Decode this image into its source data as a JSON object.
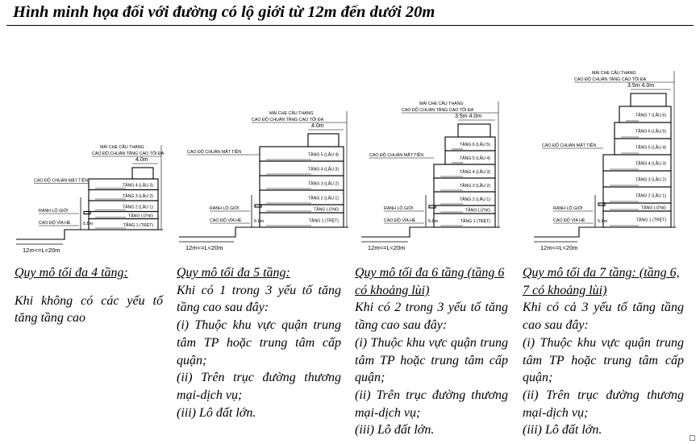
{
  "title": "Hình minh họa đối với đường có lộ giới từ 12m đến dưới 20m",
  "panels": [
    {
      "labels": {
        "stair": "MÁI CHE CẦU THANG",
        "std_height": "CAO ĐỘ CHUẨN TẦNG CAO TỐI ĐA",
        "setback": "4.0m",
        "facade": "CAO ĐỘ CHUẨN MẶT TIỀN",
        "boundary": "RANH LỘ GIỚI",
        "sidewalk": "CAO ĐỘ VỈA HÈ",
        "road": "12m<=L<20m",
        "floors": [
          "TẦNG 4 (LẦU 3)",
          "TẦNG 3 (LẦU 2)",
          "TẦNG 2 (LẦU 1)",
          "TẦNG LỬNG",
          "TẦNG 1 (TRỆT)"
        ]
      },
      "heading": "Quy mô tối đa 4 tầng:",
      "body": [
        "Khi không có các yếu tố tăng tầng cao"
      ]
    },
    {
      "labels": {
        "stair": "MÁI CHE CẦU THANG",
        "std_height": "CAO ĐỘ CHUẨN TẦNG CAO TỐI ĐA",
        "setback": "4.0m",
        "facade": "CAO ĐỘ CHUẨN MẶT TIỀN",
        "boundary": "RANH LỘ GIỚI",
        "sidewalk": "CAO ĐỘ VỈA HÈ",
        "road": "12m<=L<20m",
        "floors": [
          "TẦNG 5 (LẦU 4)",
          "TẦNG 4 (LẦU 3)",
          "TẦNG 3 (LẦU 2)",
          "TẦNG 2 (LẦU 1)",
          "TẦNG LỬNG",
          "TẦNG 1 (TRỆT)"
        ]
      },
      "heading": "Quy mô tối đa 5 tầng:",
      "body": [
        "Khi có 1 trong 3 yếu tố tăng tầng cao sau đây:",
        "(i) Thuộc khu vực quận trung tâm TP hoặc trung tâm cấp quận;",
        "(ii) Trên trục đường thương mại-dịch vụ;",
        "(iii) Lô đất lớn."
      ]
    },
    {
      "labels": {
        "stair": "MÁI CHE CẦU THANG",
        "std_height": "CAO ĐỘ CHUẨN TẦNG CAO TỐI ĐA",
        "setback": "3.5m 4.0m",
        "facade": "CAO ĐỘ CHUẨN MẶT TIỀN",
        "boundary": "RANH LỘ GIỚI",
        "sidewalk": "CAO ĐỘ VỈA HÈ",
        "road": "12m<=L<20m",
        "floors": [
          "TẦNG 6 (LẦU 5)",
          "TẦNG 5 (LẦU 4)",
          "TẦNG 4 (LẦU 3)",
          "TẦNG 3 (LẦU 2)",
          "TẦNG 2 (LẦU 1)",
          "TẦNG LỬNG",
          "TẦNG 1 (TRỆT)"
        ]
      },
      "heading": "Quy mô tối đa 6 tầng (tầng 6 có khoảng lùi)",
      "body": [
        "Khi có 2 trong 3 yếu tố tăng tầng cao sau đây:",
        "(i) Thuộc khu vực quận trung tâm TP hoặc trung tâm cấp quận;",
        "(ii) Trên trục đường thương mại-dịch vụ;",
        "(iii) Lô đất lớn."
      ]
    },
    {
      "labels": {
        "stair": "MÁI CHE CẦU THANG",
        "std_height": "CAO ĐỘ CHUẨN TẦNG CAO TỐI ĐA",
        "setback": "3.5m 4.0m",
        "facade": "CAO ĐỘ CHUẨN MẶT TIỀN",
        "boundary": "RANH LỘ GIỚI",
        "sidewalk": "CAO ĐỘ VỈA HÈ",
        "road": "12m<=L<20m",
        "floors": [
          "TẦNG 7 (LẦU 6)",
          "TẦNG 6 (LẦU 5)",
          "TẦNG 5 (LẦU 4)",
          "TẦNG 4 (LẦU 3)",
          "TẦNG 3 (LẦU 2)",
          "TẦNG 2 (LẦU 1)",
          "TẦNG LỬNG",
          "TẦNG 1 (TRỆT)"
        ]
      },
      "heading": "Quy mô tối đa 7 tầng: (tầng 6, 7 có khoảng lùi)",
      "body": [
        "Khi có cả 3 yếu tố tăng tầng cao sau đây:",
        "(i) Thuộc khu vực quận trung tâm TP hoặc trung tâm cấp quận;",
        "(ii) Trên trục đường thương mại-dịch vụ;",
        "(iii) Lô đất lớn."
      ]
    }
  ],
  "height_mark": "5.8m"
}
